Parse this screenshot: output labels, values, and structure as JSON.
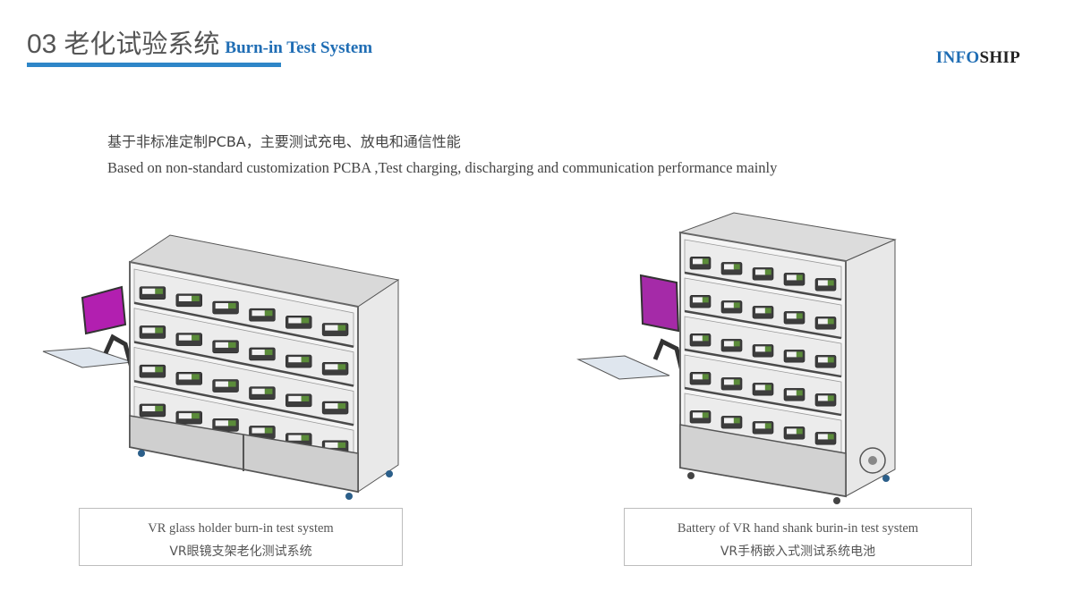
{
  "header": {
    "number": "03",
    "title_cn": "老化试验系统",
    "title_en": "Burn-in Test System"
  },
  "brand": {
    "part1": "INFO",
    "part2": "SHIP"
  },
  "intro": {
    "cn": "基于非标准定制PCBA，主要测试充电、放电和通信性能",
    "en": "Based on non-standard customization PCBA ,Test charging, discharging and communication performance mainly"
  },
  "figures": [
    {
      "id": "left",
      "caption_en": "VR glass holder burn-in test system",
      "caption_cn": "VR眼镜支架老化测试系统",
      "shelf_count": 4,
      "trays_per_shelf": 6
    },
    {
      "id": "right",
      "caption_en": "Battery of VR hand shank burin-in test system",
      "caption_cn": "VR手柄嵌入式测试系统电池",
      "shelf_count": 5,
      "trays_per_shelf": 5
    }
  ],
  "colors": {
    "accent_blue": "#1f6db4",
    "underline_blue": "#2e86c8",
    "monitor_magenta": "#b21fb0",
    "frame_gray": "#6b6b6b"
  }
}
